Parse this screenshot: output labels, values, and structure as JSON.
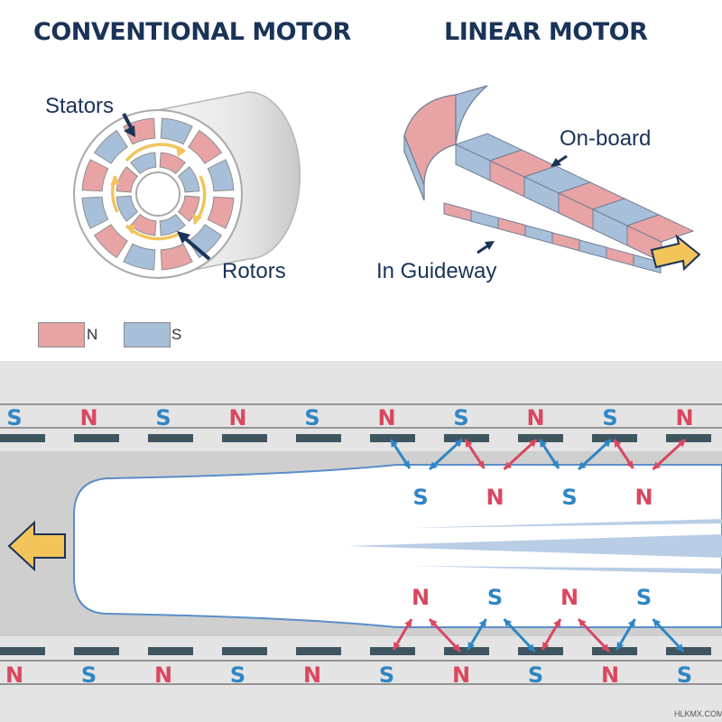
{
  "titles": {
    "conventional": "CONVENTIONAL MOTOR",
    "linear": "LINEAR MOTOR"
  },
  "labels": {
    "stators": "Stators",
    "rotors": "Rotors",
    "on_board": "On-board",
    "in_guideway": "In Guideway"
  },
  "legend": [
    {
      "pole": "N",
      "color": "#e8a3a5"
    },
    {
      "pole": "S",
      "color": "#a8bfd9"
    }
  ],
  "colors": {
    "north": "#d9485f",
    "south": "#2f86c4",
    "north_fill": "#e8a3a5",
    "south_fill": "#a8bfd9",
    "navy": "#1a3358",
    "arrow_yellow": "#f2c45a"
  },
  "track": {
    "top_rail_poles": [
      "S",
      "N",
      "S",
      "N",
      "S",
      "N",
      "S",
      "N",
      "S",
      "N"
    ],
    "bottom_rail_poles": [
      "N",
      "S",
      "N",
      "S",
      "N",
      "S",
      "N",
      "S",
      "N",
      "S"
    ],
    "train_top_poles": [
      "S",
      "N",
      "S",
      "N"
    ],
    "train_bottom_poles": [
      "N",
      "S",
      "N",
      "S"
    ],
    "direction": "left"
  },
  "watermark": "HLKMX.COM"
}
